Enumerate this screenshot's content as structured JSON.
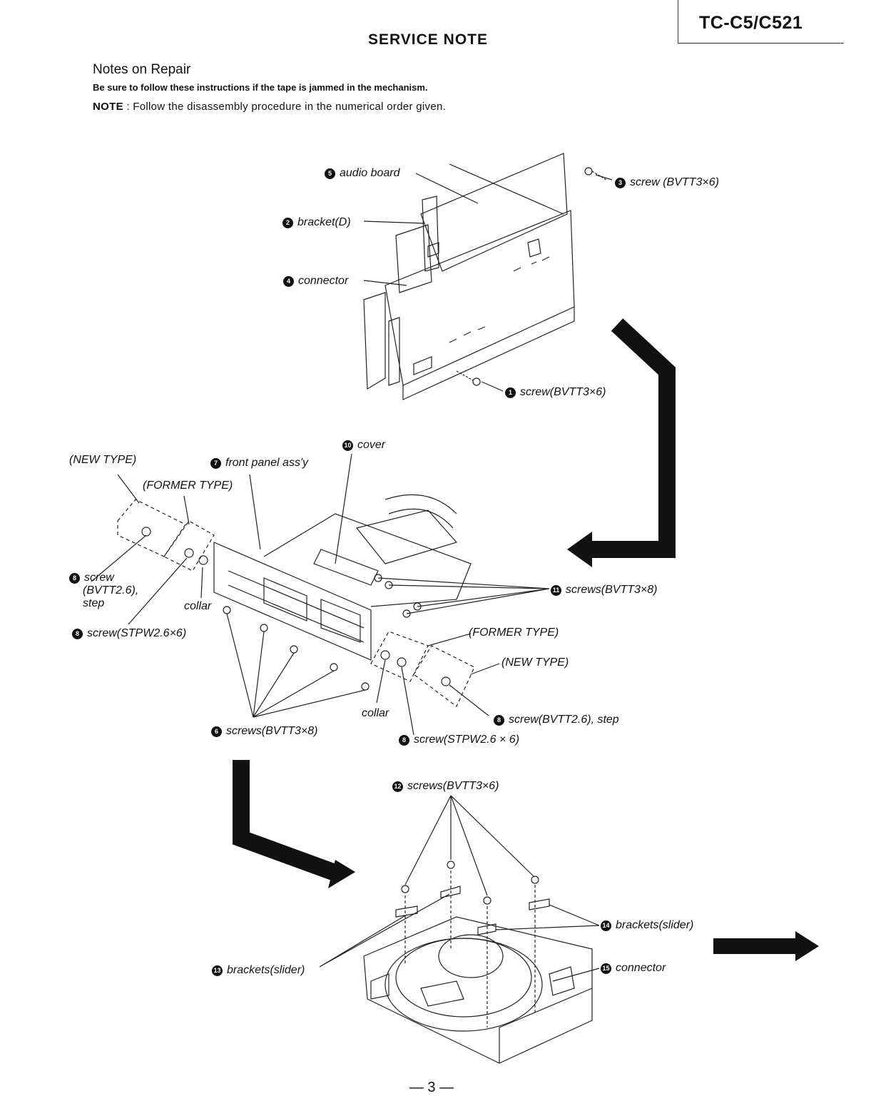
{
  "header": {
    "model": "TC-C5/C521",
    "title": "SERVICE NOTE",
    "section": "Notes on Repair",
    "warning": "Be sure to follow these instructions if the tape is jammed in the mechanism.",
    "note_label": "NOTE",
    "note_text": " : Follow the disassembly procedure in the numerical order given."
  },
  "step1": {
    "audio_board": {
      "num": "5",
      "text": "audio board"
    },
    "bracket": {
      "num": "2",
      "text": "bracket(D)"
    },
    "connector": {
      "num": "4",
      "text": "connector"
    },
    "screw_top": {
      "num": "3",
      "text": "screw (BVTT3×6)"
    },
    "screw_bottom": {
      "num": "1",
      "text": "screw(BVTT3×6)"
    }
  },
  "step2": {
    "cover": {
      "num": "10",
      "text": "cover"
    },
    "new_type_left": "(NEW TYPE)",
    "front_panel": {
      "num": "7",
      "text": "front panel ass'y"
    },
    "former_type_left": "(FORMER TYPE)",
    "screw_left": {
      "num": "8",
      "text": "screw"
    },
    "screw_left_spec1": "(BVTT2.6),",
    "screw_left_spec2": "step",
    "collar_left": "collar",
    "screw_stpw_left": {
      "num": "8",
      "text": "screw(STPW2.6×6)"
    },
    "screws_right": {
      "num": "11",
      "text": "screws(BVTT3×8)"
    },
    "former_type_right": "(FORMER TYPE)",
    "new_type_right": "(NEW TYPE)",
    "collar_right": "collar",
    "screw_step_right": {
      "num": "8",
      "text": "screw(BVTT2.6), step"
    },
    "screws_bottom": {
      "num": "6",
      "text": "screws(BVTT3×8)"
    },
    "screw_stpw_right": {
      "num": "8",
      "text": "screw(STPW2.6 × 6)"
    }
  },
  "step3": {
    "screws": {
      "num": "12",
      "text": "screws(BVTT3×6)"
    },
    "brackets_right": {
      "num": "14",
      "text": "brackets(slider)"
    },
    "connector": {
      "num": "15",
      "text": "connector"
    },
    "brackets_left": {
      "num": "13",
      "text": "brackets(slider)"
    }
  },
  "footer": {
    "page": "— 3 —"
  }
}
